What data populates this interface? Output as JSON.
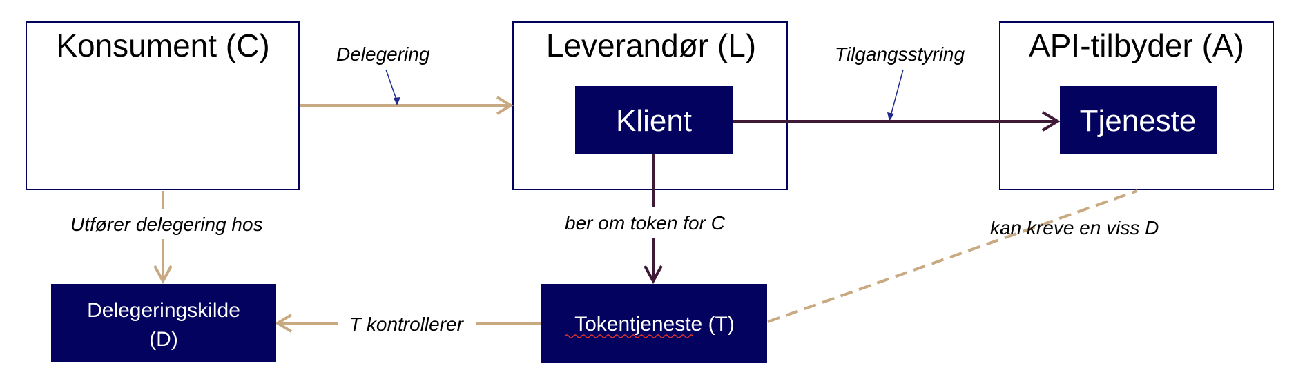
{
  "colors": {
    "navy": "#03035f",
    "tan": "#c9a982",
    "plum": "#3f1a36",
    "label_pointer": "#1f2b8c"
  },
  "nodes": {
    "konsument": {
      "title": "Konsument (C)"
    },
    "leverandor": {
      "title": "Leverandør (L)"
    },
    "api_tilbyder": {
      "title": "API-tilbyder (A)"
    },
    "klient": {
      "label": "Klient"
    },
    "tjeneste": {
      "label": "Tjeneste"
    },
    "delegeringskilde": {
      "line1": "Delegeringskilde",
      "line2": "(D)"
    },
    "tokentjeneste": {
      "label": "Tokentjeneste (T)"
    }
  },
  "edges": {
    "delegering": "Delegering",
    "tilgangsstyring": "Tilgangsstyring",
    "utforer": "Utfører delegering hos",
    "ber_om_token": "ber om token for C",
    "kan_kreve": "kan kreve en viss D",
    "t_kontrollerer": "T kontrollerer"
  }
}
